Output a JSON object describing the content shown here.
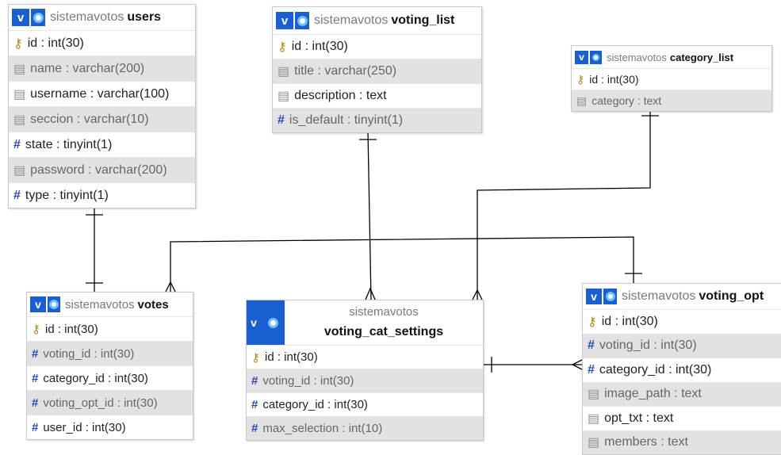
{
  "diagram": {
    "database": "sistemavotos",
    "tables": {
      "users": {
        "name": "users",
        "columns": [
          {
            "icon": "key-icon",
            "label": "id : int(30)"
          },
          {
            "icon": "text-icon",
            "label": "name : varchar(200)"
          },
          {
            "icon": "text-icon",
            "label": "username : varchar(100)"
          },
          {
            "icon": "text-icon",
            "label": "seccion : varchar(10)"
          },
          {
            "icon": "number-icon",
            "label": "state : tinyint(1)"
          },
          {
            "icon": "text-icon",
            "label": "password : varchar(200)"
          },
          {
            "icon": "number-icon",
            "label": "type : tinyint(1)"
          }
        ]
      },
      "voting_list": {
        "name": "voting_list",
        "columns": [
          {
            "icon": "key-icon",
            "label": "id : int(30)"
          },
          {
            "icon": "text-icon",
            "label": "title : varchar(250)"
          },
          {
            "icon": "text-icon",
            "label": "description : text"
          },
          {
            "icon": "number-icon",
            "label": "is_default : tinyint(1)"
          }
        ]
      },
      "category_list": {
        "name": "category_list",
        "columns": [
          {
            "icon": "key-icon",
            "label": "id : int(30)"
          },
          {
            "icon": "text-icon",
            "label": "category : text"
          }
        ]
      },
      "votes": {
        "name": "votes",
        "columns": [
          {
            "icon": "key-icon",
            "label": "id : int(30)"
          },
          {
            "icon": "number-icon",
            "label": "voting_id : int(30)"
          },
          {
            "icon": "number-icon",
            "label": "category_id : int(30)"
          },
          {
            "icon": "number-icon",
            "label": "voting_opt_id : int(30)"
          },
          {
            "icon": "number-icon",
            "label": "user_id : int(30)"
          }
        ]
      },
      "voting_cat_settings": {
        "name": "voting_cat_settings",
        "columns": [
          {
            "icon": "key-icon",
            "label": "id : int(30)"
          },
          {
            "icon": "number-icon",
            "label": "voting_id : int(30)"
          },
          {
            "icon": "number-icon",
            "label": "category_id : int(30)"
          },
          {
            "icon": "number-icon",
            "label": "max_selection : int(10)"
          }
        ]
      },
      "voting_opt": {
        "name": "voting_opt",
        "columns": [
          {
            "icon": "key-icon",
            "label": "id : int(30)"
          },
          {
            "icon": "number-icon",
            "label": "voting_id : int(30)"
          },
          {
            "icon": "number-icon",
            "label": "category_id : int(30)"
          },
          {
            "icon": "text-icon",
            "label": "image_path : text"
          },
          {
            "icon": "text-icon",
            "label": "opt_txt : text"
          },
          {
            "icon": "text-icon",
            "label": "members : text"
          }
        ]
      }
    },
    "header_icons": {
      "v": "v"
    },
    "colors": {
      "header_blue": "#1a5fd1",
      "gear": "#6ec1f5",
      "key": "#b08a14",
      "hash": "#2347b8",
      "alt_row": "#e2e2e2",
      "line": "#000000"
    }
  }
}
